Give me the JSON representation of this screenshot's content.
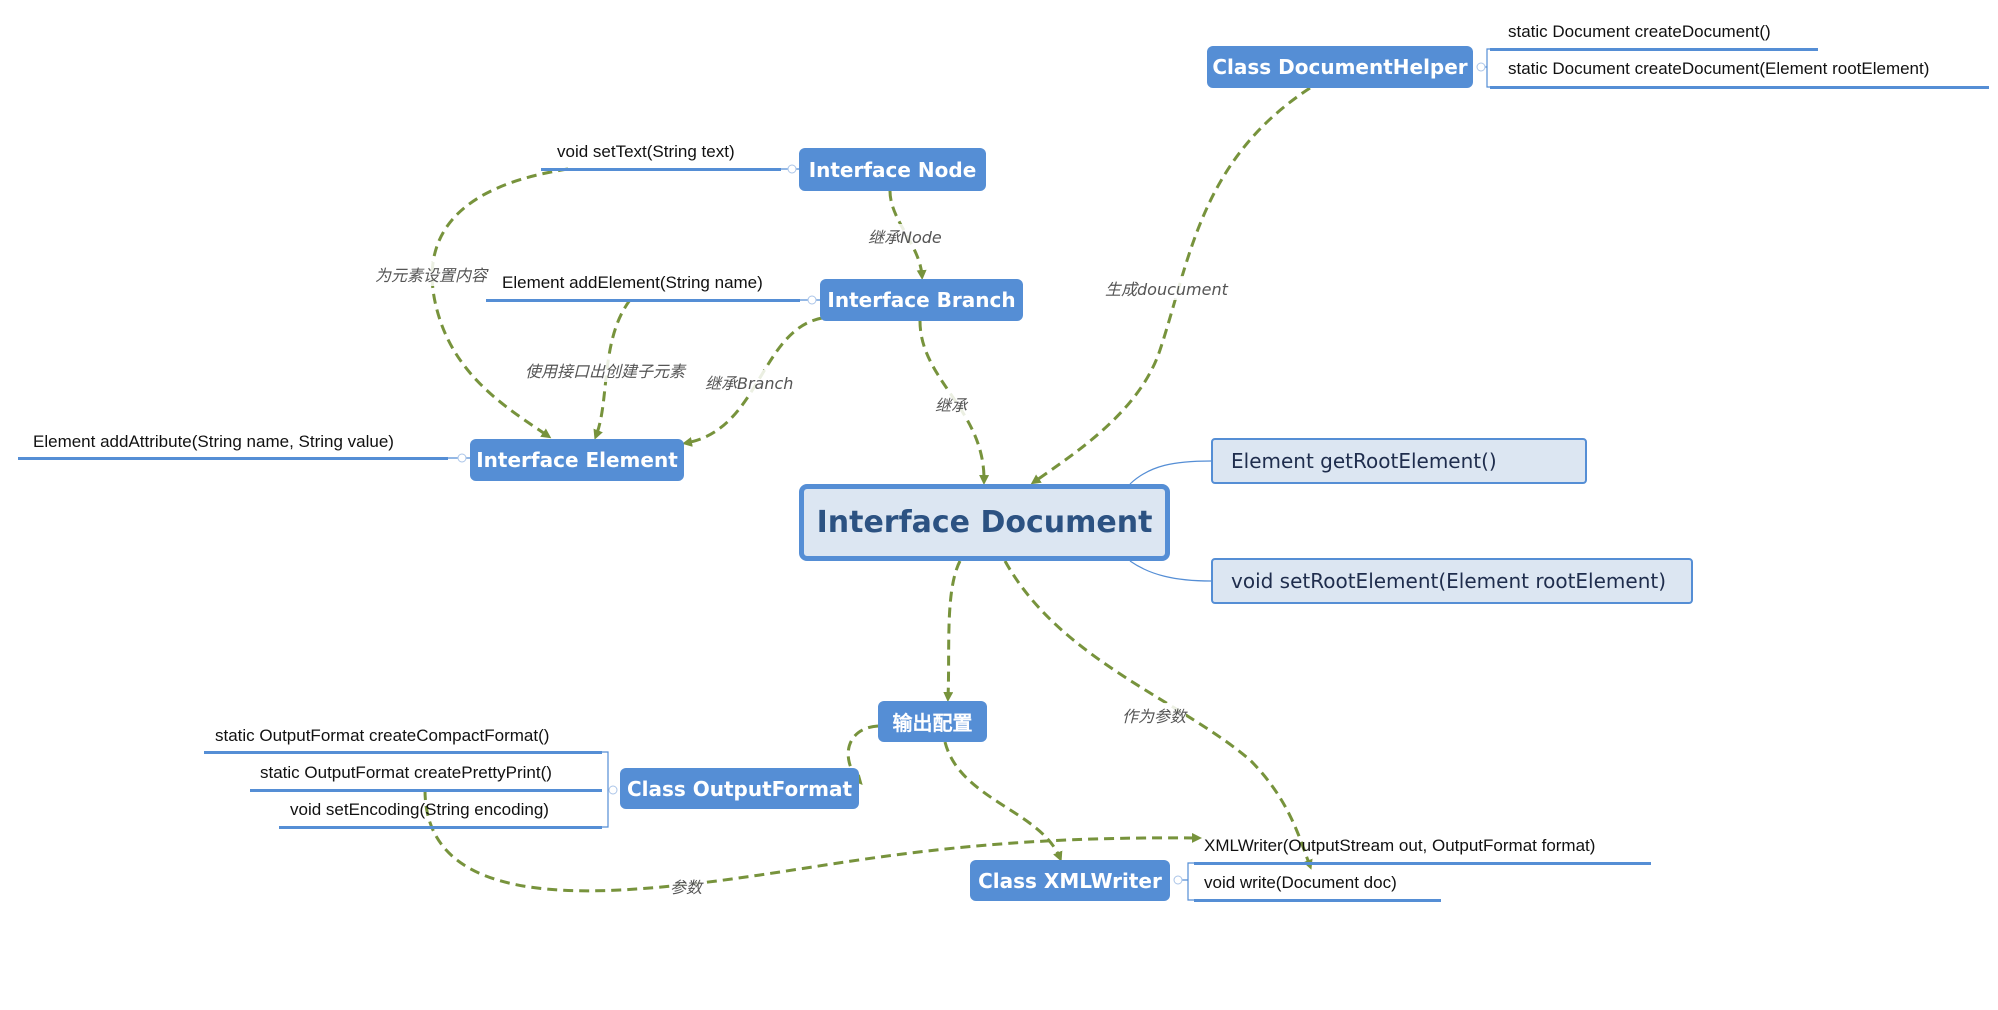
{
  "colors": {
    "topic_fill": "#558ed5",
    "root_fill": "#dce6f2",
    "relation_line": "#77933c",
    "connector": "#558ed5"
  },
  "root": {
    "label": "Interface Document"
  },
  "root_children": [
    {
      "label": "Element getRootElement()"
    },
    {
      "label": "void setRootElement(Element rootElement)"
    }
  ],
  "topics": {
    "document_helper": {
      "label": "Class DocumentHelper",
      "methods": [
        "static Document createDocument()",
        "static Document createDocument(Element rootElement)"
      ]
    },
    "node": {
      "label": "Interface Node",
      "methods": [
        "void setText(String text)"
      ]
    },
    "branch": {
      "label": "Interface Branch",
      "methods": [
        "Element addElement(String name)"
      ]
    },
    "element": {
      "label": "Interface Element",
      "methods": [
        "Element addAttribute(String name, String value)"
      ]
    },
    "output_config": {
      "label": "输出配置"
    },
    "output_format": {
      "label": "Class OutputFormat",
      "methods": [
        "static OutputFormat createCompactFormat()",
        "static OutputFormat createPrettyPrint()",
        "void setEncoding(String encoding)"
      ]
    },
    "xml_writer": {
      "label": "Class XMLWriter",
      "methods": [
        "XMLWriter(OutputStream out, OutputFormat format)",
        "void write(Document doc)"
      ]
    }
  },
  "relations": [
    {
      "from": "Interface Node",
      "to": "Interface Branch",
      "label": "继承Node"
    },
    {
      "from": "Interface Branch",
      "to": "Interface Document",
      "label": "继承"
    },
    {
      "from": "Interface Branch",
      "to": "Interface Element",
      "label": "继承Branch"
    },
    {
      "from": "void setText(String text)",
      "to": "Interface Element",
      "label": "为元素设置内容"
    },
    {
      "from": "Element addElement(String name)",
      "to": "Interface Element",
      "label": "使用接口出创建子元素"
    },
    {
      "from": "Class DocumentHelper",
      "to": "Interface Document",
      "label": "生成doucument"
    },
    {
      "from": "Interface Document",
      "to": "输出配置",
      "label": ""
    },
    {
      "from": "Interface Document",
      "to": "void write(Document doc)",
      "label": "作为参数"
    },
    {
      "from": "输出配置",
      "to": "Class OutputFormat",
      "label": ""
    },
    {
      "from": "输出配置",
      "to": "Class XMLWriter",
      "label": ""
    },
    {
      "from": "void setEncoding(String encoding)",
      "to": "XMLWriter(OutputStream out, OutputFormat format)",
      "label": "参数"
    }
  ]
}
